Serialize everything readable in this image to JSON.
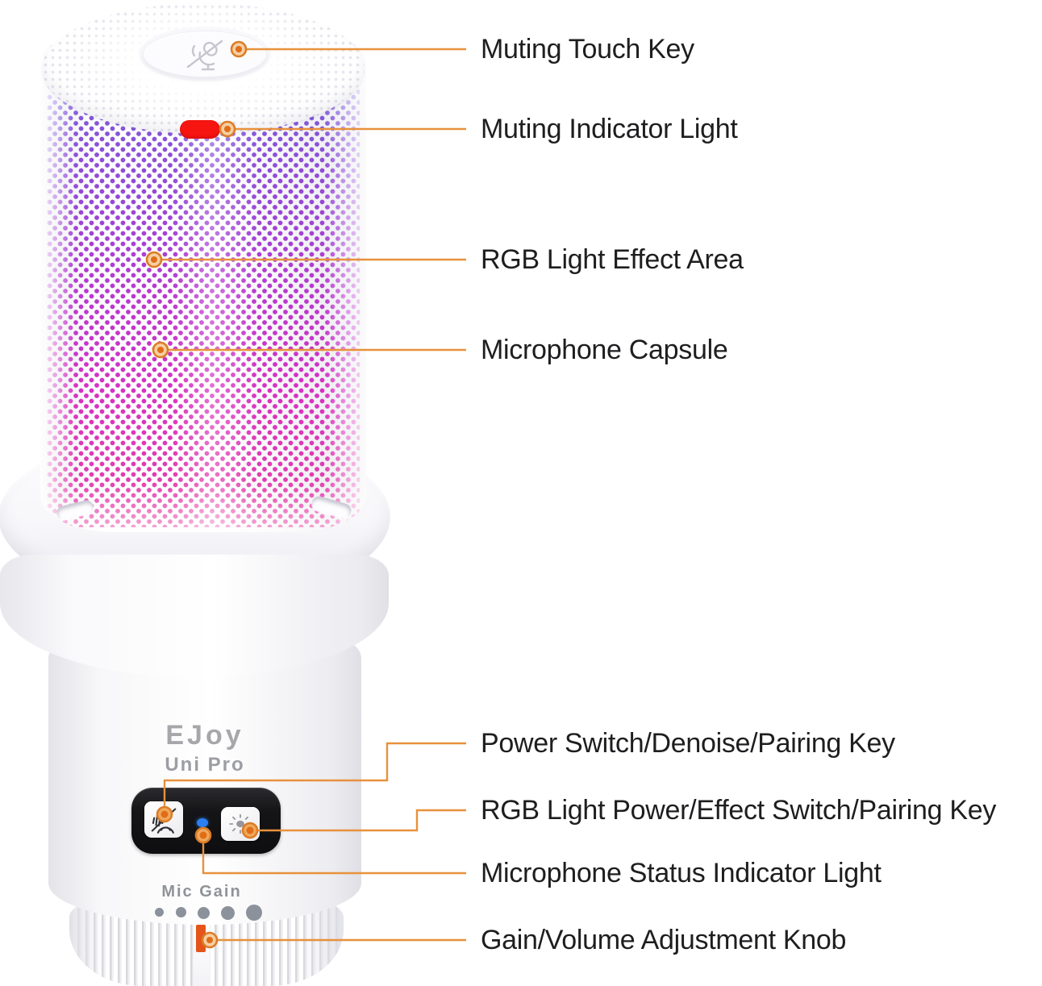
{
  "page": {
    "type": "product-annotation-diagram",
    "background": "#ffffff"
  },
  "product": {
    "brand": "EJoy",
    "model": "Uni Pro",
    "gain_scale_label": "Mic Gain"
  },
  "callouts": [
    {
      "id": "muting-touch-key",
      "label": "Muting Touch Key"
    },
    {
      "id": "muting-indicator-light",
      "label": "Muting Indicator Light"
    },
    {
      "id": "rgb-light-effect-area",
      "label": "RGB Light Effect Area"
    },
    {
      "id": "microphone-capsule",
      "label": "Microphone Capsule"
    },
    {
      "id": "power-switch-denoise-pairing-key",
      "label": "Power Switch/Denoise/Pairing Key"
    },
    {
      "id": "rgb-light-power-effect-switch-pairing-key",
      "label": "RGB Light Power/Effect Switch/Pairing Key"
    },
    {
      "id": "microphone-status-indicator-light",
      "label": "Microphone Status Indicator Light"
    },
    {
      "id": "gain-volume-adjustment-knob",
      "label": "Gain/Volume Adjustment Knob"
    }
  ],
  "icons": {
    "muting_touch_key": "microphone-muted-icon",
    "power_switch_key": "denoise-wave-slash-icon",
    "rgb_light_key": "light-sun-icon"
  },
  "colors": {
    "callout_line": "#e8913c",
    "callout_anchor_ring": "#dc7c26",
    "callout_anchor_dot": "#e06d18",
    "muting_indicator": "#f61510",
    "status_indicator": "#2b7ff0",
    "knob_marker": "#e4541b",
    "rgb_gradient_top": "#7e5bdb",
    "rgb_gradient_bottom": "#e843a6",
    "label_text": "#1e1e20"
  }
}
